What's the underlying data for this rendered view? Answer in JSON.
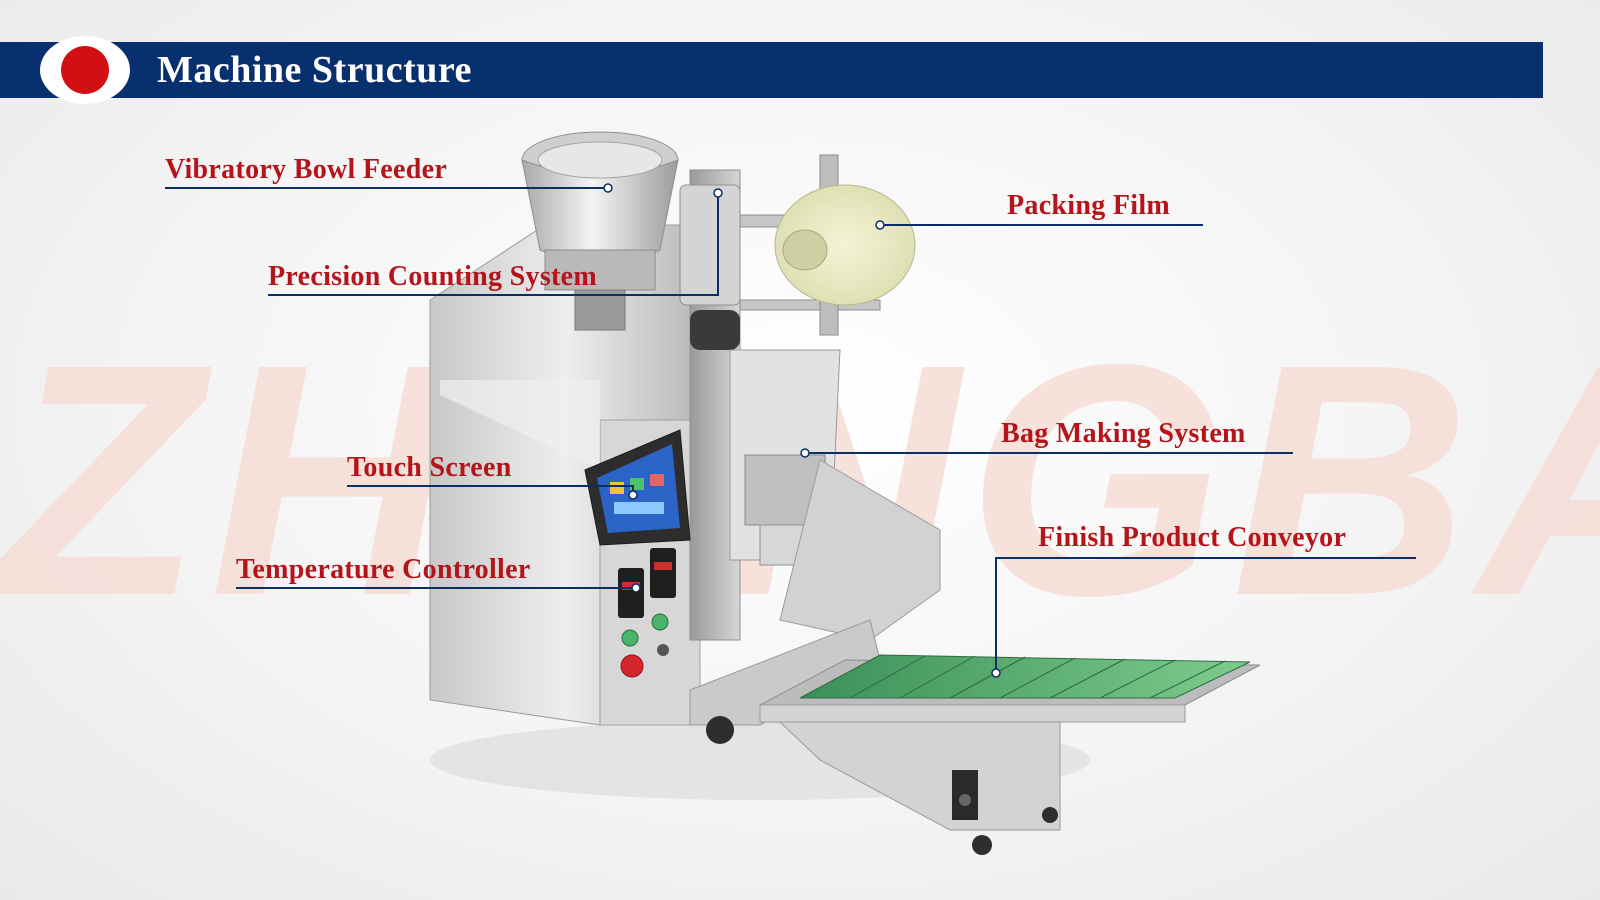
{
  "header": {
    "title": "Machine Structure",
    "accent_color": "#08306e",
    "dot_color": "#d40f14"
  },
  "watermark": {
    "text": "ZHONGBAI"
  },
  "labels": {
    "vibratory_bowl_feeder": "Vibratory Bowl Feeder",
    "precision_counting_system": "Precision Counting System",
    "touch_screen": "Touch Screen",
    "temperature_controller": "Temperature Controller",
    "packing_film": "Packing Film",
    "bag_making_system": "Bag Making System",
    "finish_product_conveyor": "Finish Product Conveyor"
  },
  "colors": {
    "label_text": "#b5141b",
    "callout_line": "#0c2e67"
  }
}
